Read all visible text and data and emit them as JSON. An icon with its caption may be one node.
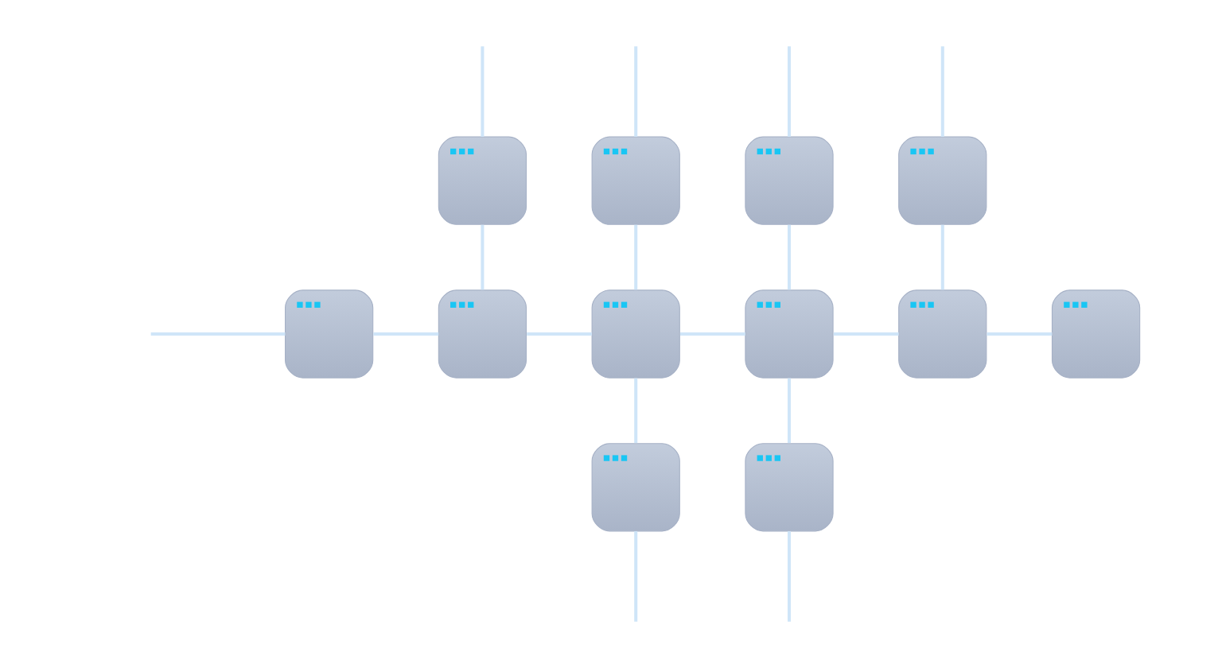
{
  "diagram": {
    "nodes": [
      {
        "text": [],
        "shape": "box"
      },
      {
        "text": [],
        "shape": "box"
      },
      {
        "text": [],
        "shape": "box"
      },
      {
        "text": [],
        "shape": "box"
      },
      {
        "text": [],
        "shape": "box"
      },
      {
        "text": [],
        "shape": "box"
      },
      {
        "text": [],
        "shape": "box"
      },
      {
        "text": [],
        "shape": "box"
      },
      {
        "text": [],
        "shape": "box"
      },
      {
        "text": [],
        "shape": "box"
      },
      {
        "text": [],
        "shape": "box"
      },
      {
        "text": [],
        "shape": "box"
      }
    ],
    "edges": [
      {
        "from": null,
        "to": 0,
        "arrow": "none"
      },
      {
        "from": null,
        "to": 1,
        "arrow": "none"
      },
      {
        "from": null,
        "to": 2,
        "arrow": "none"
      },
      {
        "from": null,
        "to": 3,
        "arrow": "none"
      },
      {
        "from": 0,
        "to": 5,
        "arrow": "none"
      },
      {
        "from": 1,
        "to": 6,
        "arrow": "none"
      },
      {
        "from": 2,
        "to": 7,
        "arrow": "none"
      },
      {
        "from": 3,
        "to": 8,
        "arrow": "none"
      },
      {
        "from": null,
        "to": 4,
        "arrow": "none"
      },
      {
        "from": 4,
        "to": 5,
        "arrow": "none"
      },
      {
        "from": 5,
        "to": 6,
        "arrow": "none"
      },
      {
        "from": 6,
        "to": 7,
        "arrow": "none"
      },
      {
        "from": 7,
        "to": 8,
        "arrow": "none"
      },
      {
        "from": 8,
        "to": 9,
        "arrow": "none"
      },
      {
        "from": 6,
        "to": 10,
        "arrow": "none"
      },
      {
        "from": 7,
        "to": 11,
        "arrow": "none"
      },
      {
        "from": 10,
        "to": null,
        "arrow": "none"
      },
      {
        "from": 11,
        "to": null,
        "arrow": "none"
      }
    ]
  }
}
